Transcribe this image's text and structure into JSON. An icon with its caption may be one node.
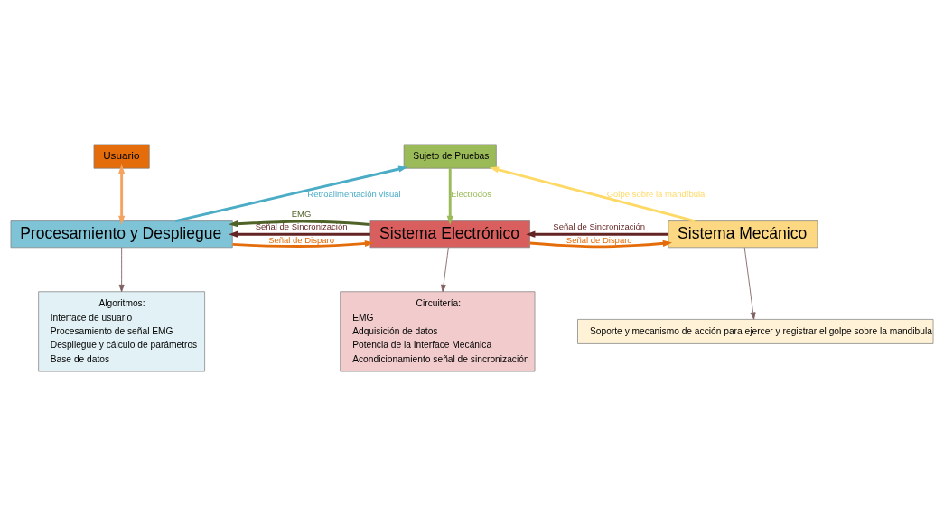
{
  "diagram": {
    "nodes": [
      {
        "text": [
          "Usuario"
        ]
      },
      {
        "text": [
          "Sujeto de Pruebas"
        ]
      },
      {
        "text": [
          "Procesamiento y Despliegue"
        ]
      },
      {
        "text": [
          "Sistema Electrónico"
        ]
      },
      {
        "text": [
          "Sistema Mecánico"
        ]
      },
      {
        "text": [
          "Algoritmos:",
          "Interface de usuario",
          "Procesamiento de señal EMG",
          "Despliegue y cálculo de parámetros",
          "Base de datos"
        ]
      },
      {
        "text": [
          "Circuitería:",
          "EMG",
          "Adquisición de datos",
          "Potencia de la Interface Mecánica",
          "Acondicionamiento señal de sincronización"
        ]
      },
      {
        "text": [
          "Soporte y mecanismo de acción para ejercer y registrar el golpe sobre la mandibula"
        ]
      }
    ],
    "edges": [
      {
        "from": 0,
        "to": 2,
        "arrow": "both",
        "color": "#f4a460"
      },
      {
        "from": 2,
        "to": 1,
        "arrow": "to",
        "label": "Retroalimentación visual",
        "color": "#4bacc6"
      },
      {
        "from": 1,
        "to": 3,
        "arrow": "to",
        "label": "Electrodos",
        "color": "#9bbb59"
      },
      {
        "from": 4,
        "to": 1,
        "arrow": "to",
        "label": "Golpe sobre la mandíbula",
        "color": "#ffd966"
      },
      {
        "from": 3,
        "to": 2,
        "arrow": "to",
        "label": "Señal de Sincronización",
        "color": "#632523"
      },
      {
        "from": 3,
        "to": 2,
        "arrow": "to",
        "label": "EMG",
        "color": "#4f6228"
      },
      {
        "from": 2,
        "to": 3,
        "arrow": "to",
        "label": "Señal de Disparo",
        "color": "#e46c0a"
      },
      {
        "from": 4,
        "to": 3,
        "arrow": "to",
        "label": "Señal de Sincronización",
        "color": "#632523"
      },
      {
        "from": 3,
        "to": 4,
        "arrow": "to",
        "label": "Señal de Disparo",
        "color": "#e46c0a"
      },
      {
        "from": 2,
        "to": 5,
        "arrow": "to"
      },
      {
        "from": 3,
        "to": 6,
        "arrow": "to"
      },
      {
        "from": 4,
        "to": 7,
        "arrow": "to"
      }
    ]
  }
}
